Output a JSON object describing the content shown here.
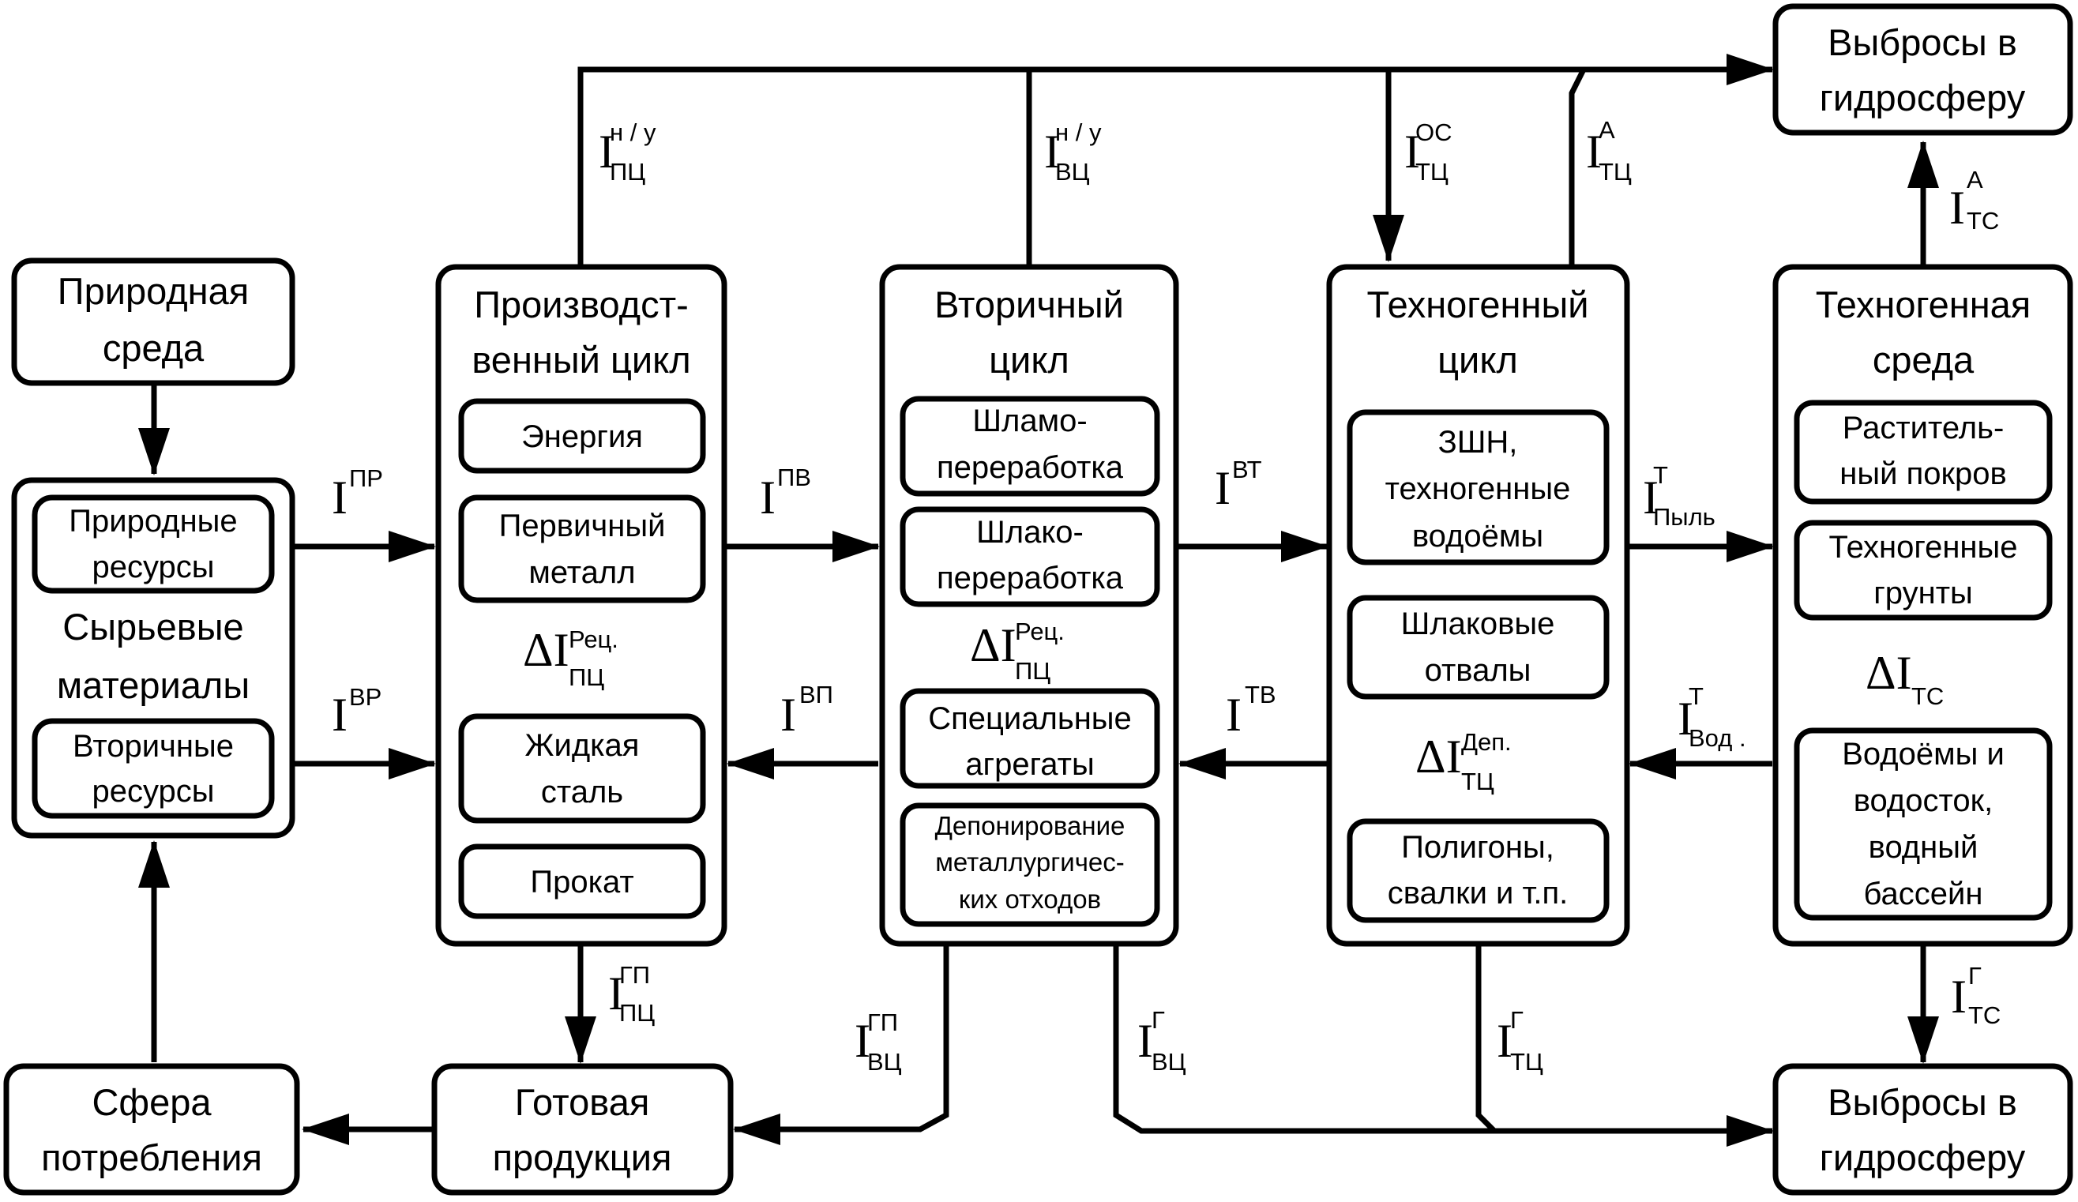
{
  "boxes": {
    "nature": [
      "Природная",
      "среда"
    ],
    "raw": {
      "title": [
        "Сырьевые",
        "материалы"
      ],
      "natural_resources": [
        "Природные",
        "ресурсы"
      ],
      "secondary_resources": [
        "Вторичные",
        "ресурсы"
      ]
    },
    "consumption": [
      "Сфера",
      "потребления"
    ],
    "production": {
      "title": [
        "Производст-",
        "венный цикл"
      ],
      "energy": "Энергия",
      "primary_metal": [
        "Первичный",
        "металл"
      ],
      "liquid_steel": [
        "Жидкая",
        "сталь"
      ],
      "rolled": "Прокат",
      "delta": {
        "sym": "ΔI",
        "sup": "Рец.",
        "sub": "ПЦ"
      }
    },
    "finished": [
      "Готовая",
      "продукция"
    ],
    "secondary": {
      "title": [
        "Вторичный",
        "цикл"
      ],
      "sludge": [
        "Шламо-",
        "переработка"
      ],
      "slag": [
        "Шлако-",
        "переработка"
      ],
      "special": [
        "Специальные",
        "агрегаты"
      ],
      "deposit": [
        "Депонирование",
        "металлургичес-",
        "ких отходов"
      ],
      "delta": {
        "sym": "ΔI",
        "sup": "Рец.",
        "sub": "ПЦ"
      }
    },
    "technogenic_cycle": {
      "title": [
        "Техногенный",
        "цикл"
      ],
      "zshn": [
        "ЗШН,",
        "техногенные",
        "водоёмы"
      ],
      "slag_dumps": [
        "Шлаковые",
        "отвалы"
      ],
      "polygons": [
        "Полигоны,",
        "свалки и т.п."
      ],
      "delta": {
        "sym": "ΔI",
        "sup": "Деп.",
        "sub": "ТЦ"
      }
    },
    "technogenic_env": {
      "title": [
        "Техногенная",
        "среда"
      ],
      "vegetation": [
        "Раститель-",
        "ный покров"
      ],
      "soils": [
        "Техногенные",
        "грунты"
      ],
      "water": [
        "Водоёмы и",
        "водосток,",
        "водный",
        "бассейн"
      ],
      "delta": {
        "sym": "ΔI",
        "sub": "ТС"
      }
    },
    "emissions_top": [
      "Выбросы в",
      "гидросферу"
    ],
    "emissions_bottom": [
      "Выбросы в",
      "гидросферу"
    ]
  },
  "flows": {
    "pr": {
      "sym": "I",
      "sup": "ПР"
    },
    "vr": {
      "sym": "I",
      "sup": "ВР"
    },
    "pv": {
      "sym": "I",
      "sup": "ПВ"
    },
    "vp": {
      "sym": "I",
      "sup": "ВП"
    },
    "vt": {
      "sym": "I",
      "sup": "ВТ"
    },
    "tv": {
      "sym": "I",
      "sup": "ТВ"
    },
    "dust": {
      "sym": "I",
      "sup": "Т",
      "sub": "Пыль"
    },
    "water": {
      "sym": "I",
      "sup": "Т",
      "sub": "Вод ."
    },
    "nu_pc": {
      "sym": "I",
      "sup": "н / у",
      "sub": "ПЦ"
    },
    "nu_vc": {
      "sym": "I",
      "sup": "н / у",
      "sub": "ВЦ"
    },
    "os_tc": {
      "sym": "I",
      "sup": "ОС",
      "sub": "ТЦ"
    },
    "a_tc": {
      "sym": "I",
      "sup": "А",
      "sub": "ТЦ"
    },
    "a_ts": {
      "sym": "I",
      "sup": "А",
      "sub": "ТС"
    },
    "gp_pc": {
      "sym": "I",
      "sup": "ГП",
      "sub": "ПЦ"
    },
    "gp_vc": {
      "sym": "I",
      "sup": "ГП",
      "sub": "ВЦ"
    },
    "g_vc": {
      "sym": "I",
      "sup": "Г",
      "sub": "ВЦ"
    },
    "g_tc": {
      "sym": "I",
      "sup": "Г",
      "sub": "ТЦ"
    },
    "g_ts": {
      "sym": "I",
      "sup": "Г",
      "sub": "ТС"
    }
  }
}
